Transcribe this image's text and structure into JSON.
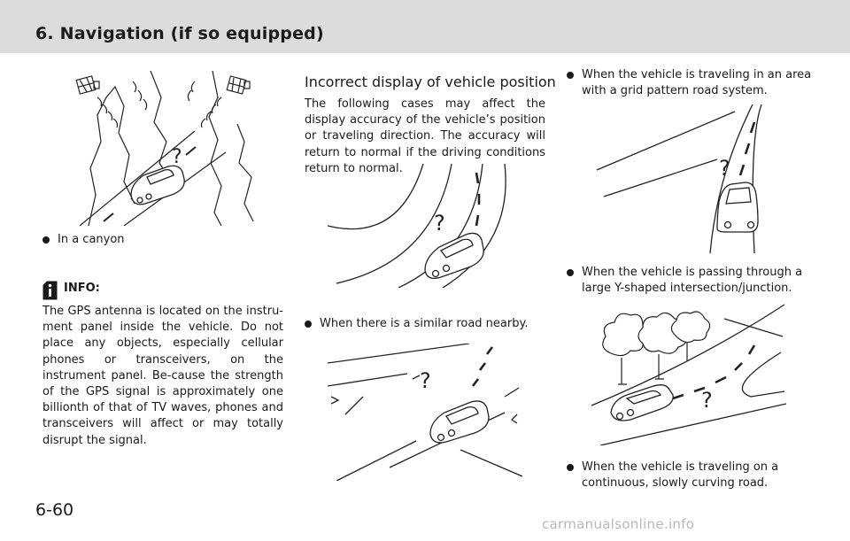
{
  "header": {
    "title": "6. Navigation (if so equipped)"
  },
  "left": {
    "canyon_caption": "In a canyon",
    "info": {
      "label": "INFO:",
      "text": "The GPS antenna is located on the instru-ment panel inside the vehicle. Do not place any objects, especially cellular phones or transceivers, on the instrument panel. Be-cause the strength of the GPS signal is approximately one billionth of that of TV waves, phones and transceivers will affect or may totally disrupt the signal."
    }
  },
  "middle": {
    "heading": "Incorrect display of vehicle position",
    "intro": "The following cases may affect the display accuracy of the vehicle’s position or traveling direction. The accuracy will return to normal if the driving conditions return to normal.",
    "similar_road_caption": "When there is a similar road nearby."
  },
  "right": {
    "grid_caption": "When the vehicle is traveling in an area with a grid pattern road system.",
    "y_caption": "When the vehicle is passing through a large Y-shaped intersection/junction.",
    "curve_caption": "When the vehicle is traveling on a continuous, slowly curving road."
  },
  "footer": {
    "page_number": "6-60",
    "watermark": "carmanualsonline.info"
  },
  "icons": [
    "bullet-icon",
    "info-icon",
    "satellite-icon",
    "car-icon",
    "question-mark-icon",
    "tree-icon"
  ]
}
